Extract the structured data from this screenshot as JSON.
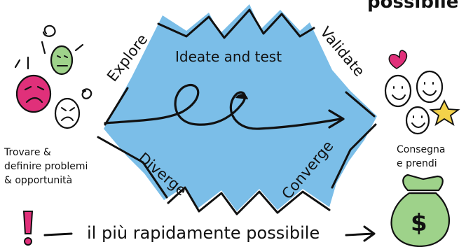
{
  "top_fragment": "possibile",
  "phases": {
    "explore": "Explore",
    "validate": "Validate",
    "ideate_test": "Ideate and test",
    "diverge": "Diverge",
    "converge": "Converge"
  },
  "left_caption": {
    "line1": "Trovare &",
    "line2": "definire problemi",
    "line3": "& opportunità"
  },
  "right_caption": {
    "line1": "Consegna",
    "line2": "e prendi"
  },
  "bottom_banner": "il più rapidamente possibile",
  "money_symbol": "$",
  "colors": {
    "blue": "#7BBEE8",
    "pink": "#E0307A",
    "green": "#9ED28A",
    "yellow": "#F3D24A",
    "ink": "#111111"
  },
  "icons": [
    "frustrated-faces-icon",
    "happy-faces-icon",
    "heart-icon",
    "star-icon",
    "money-bag-icon",
    "exclamation-icon",
    "arrow-right-icon",
    "loop-arrow-icon"
  ]
}
